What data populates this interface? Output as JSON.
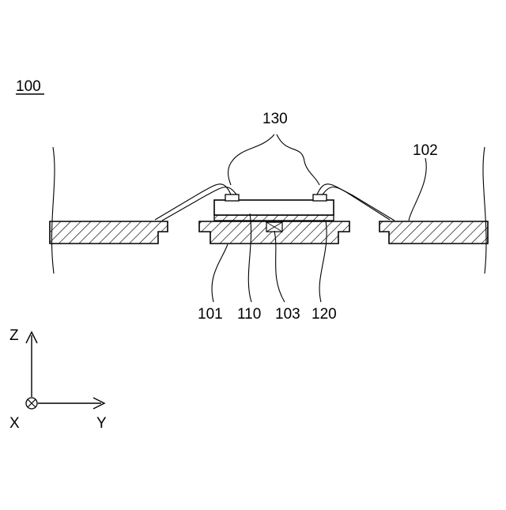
{
  "figure": {
    "ref": "100",
    "labels": {
      "wires": "130",
      "substrate_right": "102",
      "substrate_center": "101",
      "element_layer": "110",
      "recess": "103",
      "bond_layer": "120"
    },
    "axes": {
      "z": "Z",
      "x": "X",
      "y": "Y"
    }
  }
}
